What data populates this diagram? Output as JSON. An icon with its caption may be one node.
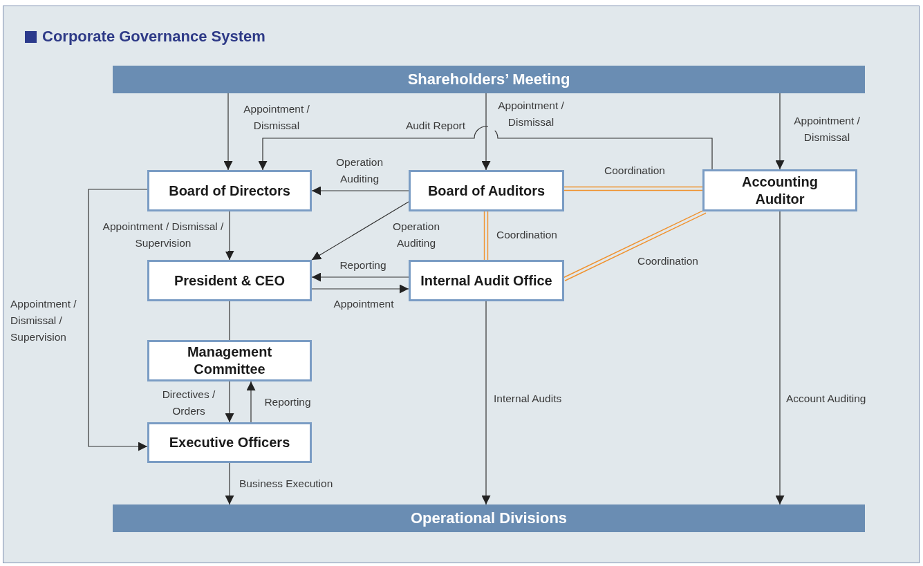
{
  "diagram": {
    "title": "Corporate Governance System",
    "nodes": [
      {
        "text": [
          "Shareholders’ Meeting"
        ]
      },
      {
        "text": [
          "Board of Directors"
        ]
      },
      {
        "text": [
          "Board of Auditors"
        ]
      },
      {
        "text": [
          "Accounting Auditor"
        ]
      },
      {
        "text": [
          "President & CEO"
        ]
      },
      {
        "text": [
          "Internal Audit Office"
        ]
      },
      {
        "text": [
          "Management Committee"
        ]
      },
      {
        "text": [
          "Executive Officers"
        ]
      },
      {
        "text": [
          "Operational Divisions"
        ]
      }
    ],
    "edges": [
      {
        "from": 0,
        "to": 1,
        "arrow": "to",
        "label": "Appointment / Dismissal"
      },
      {
        "from": 0,
        "to": 2,
        "arrow": "to",
        "label": "Appointment / Dismissal"
      },
      {
        "from": 0,
        "to": 3,
        "arrow": "to",
        "label": "Appointment / Dismissal"
      },
      {
        "from": 3,
        "to": 1,
        "arrow": "to",
        "label": "Audit Report"
      },
      {
        "from": 2,
        "to": 1,
        "arrow": "to",
        "label": "Operation Auditing"
      },
      {
        "from": 2,
        "to": 3,
        "arrow": "none",
        "label": "Coordination",
        "color": "#f0922e"
      },
      {
        "from": 1,
        "to": 4,
        "arrow": "to",
        "label": "Appointment / Dismissal / Supervision"
      },
      {
        "from": 2,
        "to": 4,
        "arrow": "to",
        "label": "Operation Auditing"
      },
      {
        "from": 2,
        "to": 5,
        "arrow": "none",
        "label": "Coordination",
        "color": "#f0922e"
      },
      {
        "from": 5,
        "to": 4,
        "arrow": "to",
        "label": "Reporting"
      },
      {
        "from": 4,
        "to": 5,
        "arrow": "to",
        "label": "Appointment"
      },
      {
        "from": 5,
        "to": 3,
        "arrow": "none",
        "label": "Coordination",
        "color": "#f0922e"
      },
      {
        "from": 1,
        "to": 7,
        "arrow": "to",
        "label": "Appointment / Dismissal / Supervision"
      },
      {
        "from": 4,
        "to": 6,
        "arrow": "none"
      },
      {
        "from": 6,
        "to": 7,
        "arrow": "to",
        "label": "Directives / Orders"
      },
      {
        "from": 7,
        "to": 6,
        "arrow": "to",
        "label": "Reporting"
      },
      {
        "from": 7,
        "to": 8,
        "arrow": "to",
        "label": "Business Execution"
      },
      {
        "from": 5,
        "to": 8,
        "arrow": "to",
        "label": "Internal Audits"
      },
      {
        "from": 3,
        "to": 8,
        "arrow": "to",
        "label": "Account Auditing"
      }
    ]
  }
}
